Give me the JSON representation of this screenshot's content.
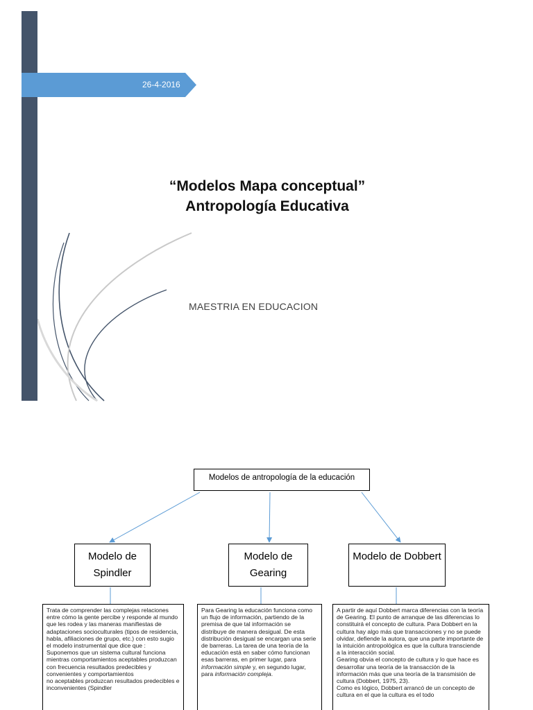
{
  "cover": {
    "date": "26-4-2016",
    "title": "“Modelos Mapa conceptual” Antropología Educativa",
    "subtitle": "MAESTRIA EN EDUCACION",
    "accent_color": "#5b9bd5",
    "bar_color": "#44546a"
  },
  "concept_map": {
    "root": "Modelos de antropología de la educación",
    "models": [
      {
        "label": "Modelo de Spindler",
        "description": [
          "Trata de comprender las complejas relaciones entre cómo la gente percibe y responde al mundo que les rodea y las maneras manifiestas de adaptaciones socioculturales (tipos de residencia, habla, afiliaciones de grupo, etc.) con esto sugio el modelo instrumental que dice que :",
          "Suponemos que un sistema cultural funciona mientras comportamientos aceptables produzcan con frecuencia resultados predecibles y convenientes y comportamientos",
          "no aceptables produzcan resultados predecibles e inconvenientes (Spindler"
        ]
      },
      {
        "label": "Modelo de Gearing",
        "description_before_1": "Para Gearing la educación funciona como un flujo de información, partiendo de la premisa de que tal información se distribuye de manera desigual. De esta distribución desigual se encargan una serie de barreras. La tarea de una teoría de la educación está en saber cómo funcionan esas barreras, en primer lugar, para ",
        "description_em_1": "información simple",
        "description_between": " y, en segundo lugar, para ",
        "description_em_2": "información compleja",
        "description_after": "."
      },
      {
        "label": "Modelo de Dobbert",
        "description": [
          "A partir de aquí Dobbert marca diferencias con la teoría de Gearing. El punto de arranque de las diferencias lo constituirá el concepto de cultura. Para Dobbert en la cultura hay algo más que transacciones y no se puede olvidar, defiende la autora, que una parte importante de la intuición antropológica es que la cultura transciende a la interacción social.",
          "Gearing obvia el concepto de cultura y lo que hace es desarrollar una teoría de la transacción de la información más que una teoría de la transmisión de cultura (Dobbert, 1975, 23).",
          "Como es lógico, Dobbert arrancó de un concepto de cultura en el que la cultura es el todo"
        ]
      }
    ]
  }
}
